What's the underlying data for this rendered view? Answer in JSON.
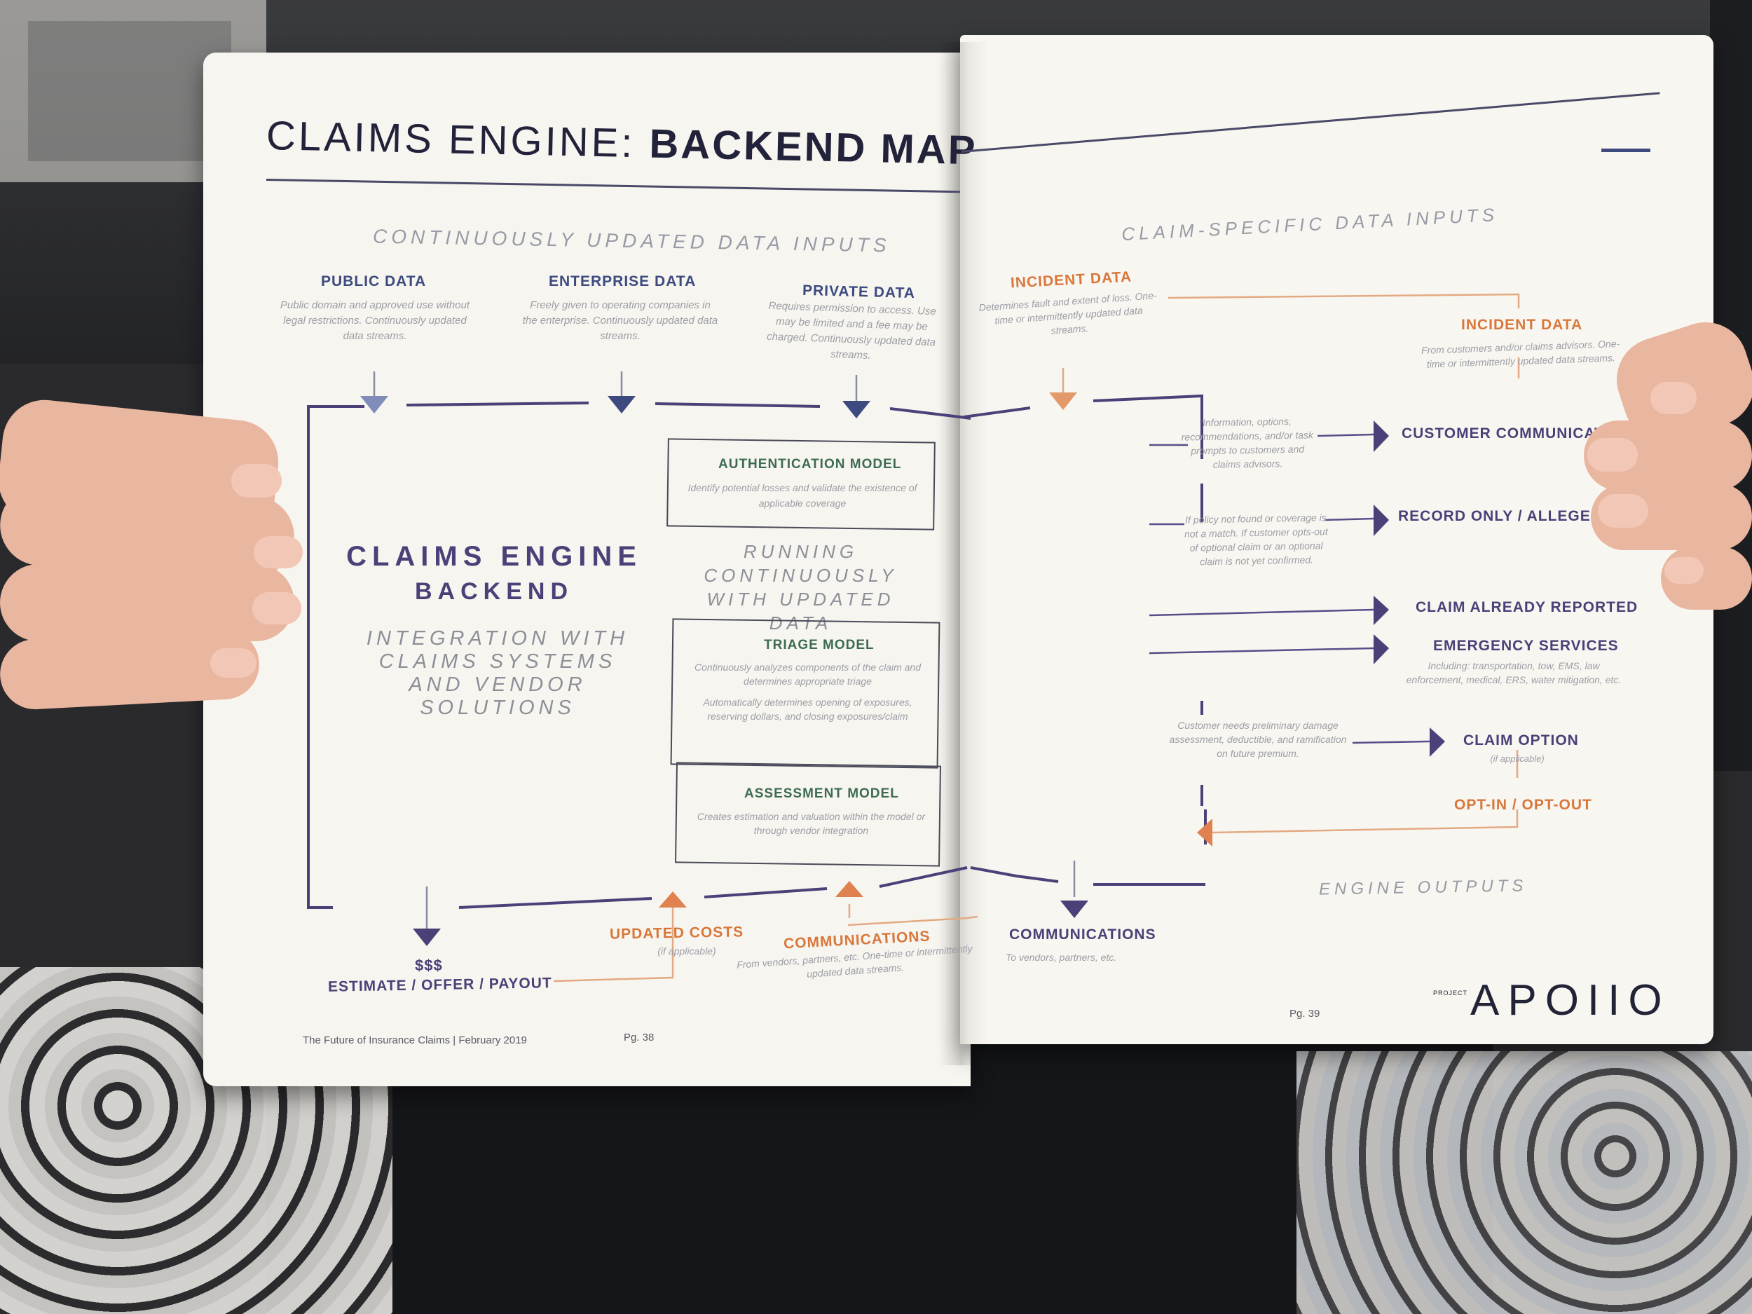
{
  "left_page": {
    "title_light": "CLAIMS ENGINE: ",
    "title_bold": "BACKEND MAP",
    "section_inputs": "CONTINUOUSLY UPDATED DATA INPUTS",
    "inputs": [
      {
        "title": "PUBLIC DATA",
        "desc": "Public domain and approved use without legal restrictions. Continuously updated data streams."
      },
      {
        "title": "ENTERPRISE DATA",
        "desc": "Freely given to operating companies in the enterprise. Continuously updated data streams."
      },
      {
        "title": "PRIVATE DATA",
        "desc": "Requires permission to access. Use may be limited and a fee may be charged. Continuously updated data streams."
      }
    ],
    "engine": {
      "line1": "CLAIMS ENGINE",
      "line2": "BACKEND",
      "sub": "INTEGRATION WITH CLAIMS SYSTEMS AND VENDOR SOLUTIONS"
    },
    "running": "RUNNING CONTINUOUSLY WITH UPDATED DATA",
    "models": [
      {
        "title": "AUTHENTICATION MODEL",
        "desc": "Identify potential losses and validate the existence of applicable coverage"
      },
      {
        "title": "TRIAGE MODEL",
        "desc": "Continuously analyzes components of the claim and determines appropriate triage",
        "desc2": "Automatically determines opening of exposures, reserving dollars, and closing exposures/claim"
      },
      {
        "title": "ASSESSMENT MODEL",
        "desc": "Creates estimation and valuation within the model or through vendor integration"
      }
    ],
    "outputs": {
      "estimate_top": "$$$",
      "estimate": "ESTIMATE / OFFER / PAYOUT",
      "updated_costs": "UPDATED COSTS",
      "updated_costs_note": "(if applicable)",
      "communications": "COMMUNICATIONS",
      "communications_desc": "From vendors, partners, etc. One-time or intermittently updated data streams."
    },
    "footer": {
      "publication": "The Future of Insurance Claims  |  February 2019",
      "page": "Pg. 38"
    }
  },
  "right_page": {
    "section_inputs": "CLAIM-SPECIFIC DATA INPUTS",
    "incident_left": {
      "title": "INCIDENT DATA",
      "desc": "Determines fault and extent of loss. One-time or intermittently updated data streams."
    },
    "incident_right": {
      "title": "INCIDENT DATA",
      "desc": "From customers and/or claims advisors. One-time or intermittently updated data streams."
    },
    "flows": [
      {
        "note": "Information, options, recommendations, and/or task prompts to customers and claims advisors.",
        "title": "CUSTOMER COMMUNICATION"
      },
      {
        "note": "If policy not found or coverage is not a match. If customer opts-out of optional claim or an optional claim is not yet confirmed.",
        "title": "RECORD ONLY / ALLEGED"
      },
      {
        "note": "",
        "title": "CLAIM ALREADY REPORTED"
      },
      {
        "note": "",
        "title": "EMERGENCY SERVICES",
        "desc": "Including: transportation, tow, EMS, law enforcement, medical, ERS, water mitigation, etc."
      }
    ],
    "claim_option": {
      "note": "Customer needs preliminary damage assessment, deductible, and ramification on future premium.",
      "title": "CLAIM OPTION",
      "sub": "(if applicable)",
      "opt": "OPT-IN / OPT-OUT"
    },
    "engine_outputs": "ENGINE OUTPUTS",
    "communications": {
      "title": "COMMUNICATIONS",
      "desc": "To vendors, partners, etc."
    },
    "footer": {
      "page": "Pg. 39"
    },
    "logo": {
      "project": "PROJECT",
      "name": "APOIIO"
    }
  },
  "colors": {
    "purple": "#4d3f78",
    "blue": "#4a5a8c",
    "orange": "#d9773b",
    "green": "#3c6b52",
    "paper": "#f7f5ef"
  }
}
